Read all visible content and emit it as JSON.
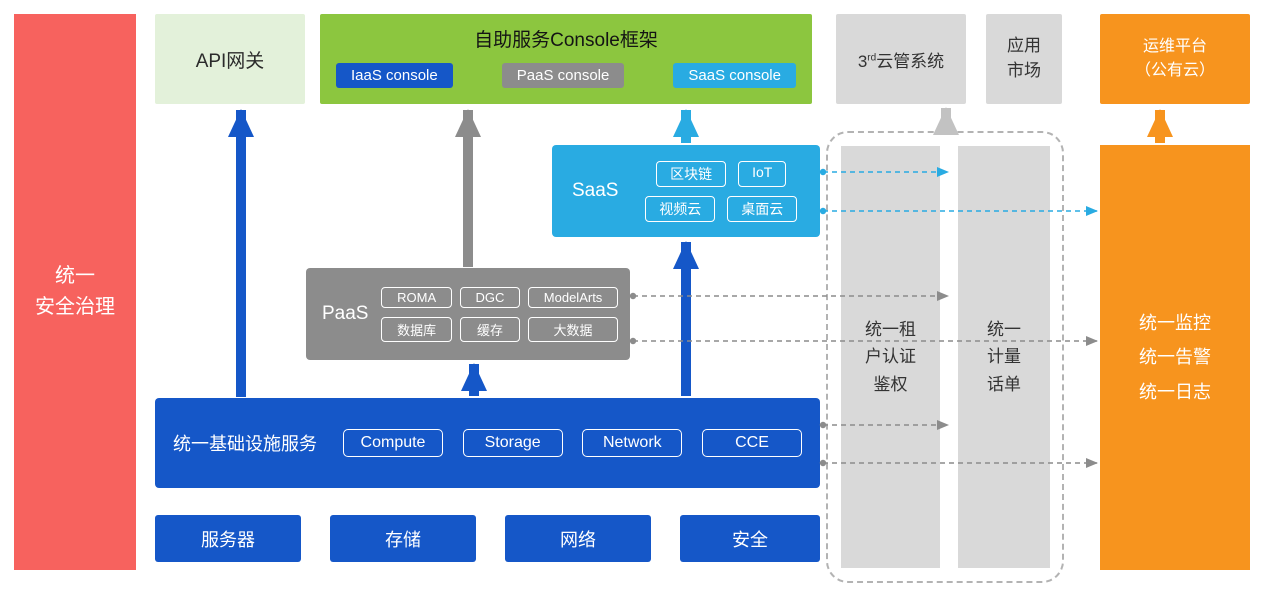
{
  "security_bar": {
    "label": "统一\n安全治理"
  },
  "api_gateway": {
    "label": "API网关"
  },
  "console": {
    "title": "自助服务Console框架",
    "buttons": [
      "IaaS console",
      "PaaS console",
      "SaaS console"
    ]
  },
  "third_party": {
    "prefix": "3",
    "sup": "rd",
    "suffix": "云管系统"
  },
  "app_market": {
    "label": "应用\n市场"
  },
  "ops_platform": {
    "label": "运维平台\n（公有云）"
  },
  "saas": {
    "label": "SaaS",
    "chips": [
      "区块链",
      "IoT",
      "视频云",
      "桌面云"
    ]
  },
  "paas": {
    "label": "PaaS",
    "chips": [
      "ROMA",
      "DGC",
      "ModelArts",
      "数据库",
      "缓存",
      "大数据"
    ]
  },
  "infra": {
    "label": "统一基础设施服务",
    "chips": [
      "Compute",
      "Storage",
      "Network",
      "CCE"
    ]
  },
  "bottom_boxes": [
    "服务器",
    "存储",
    "网络",
    "安全"
  ],
  "auth_bar": {
    "label": "统一租\n户认证\n鉴权"
  },
  "metering_bar": {
    "label": "统一\n计量\n话单"
  },
  "monitoring_bar": {
    "label": "统一监控\n统一告警\n统一日志"
  },
  "colors": {
    "blue": "#1557c8",
    "gray": "#8c8c8c",
    "light_gray": "#d9d9d9",
    "green": "#8cc63f",
    "light_green": "#e3f1da",
    "cyan": "#29abe2",
    "orange": "#f7941e",
    "red": "#f7625e"
  }
}
